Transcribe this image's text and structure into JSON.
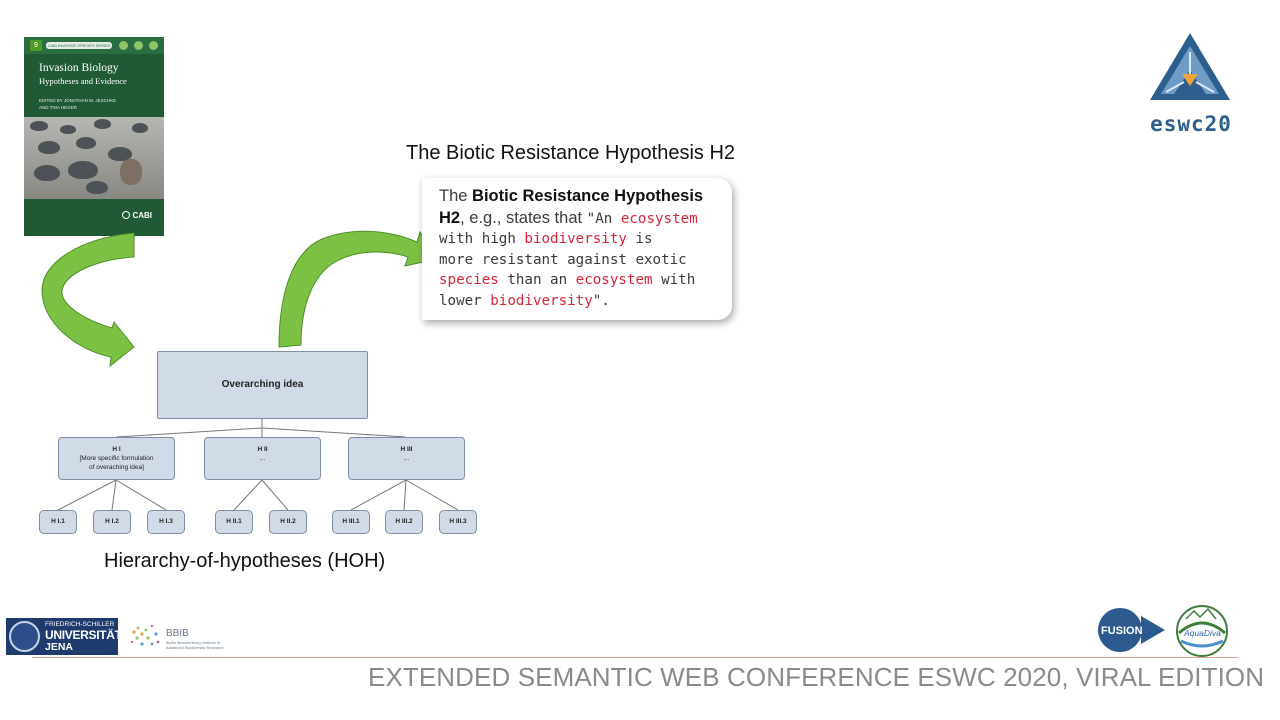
{
  "book": {
    "series_number": "9",
    "series": "CABI INVASIVE SPECIES SERIES",
    "title": "Invasion Biology",
    "subtitle": "Hypotheses and Evidence",
    "editors": "EDITED BY JONATHAN M. JESCHKE\nAND TINA HEGER",
    "publisher": "CABI"
  },
  "eswc_logo": {
    "text": "eswc20"
  },
  "hypothesis": {
    "title": "The Biotic Resistance Hypothesis H2",
    "quote_lines": [
      [
        {
          "t": "The ",
          "c": "sans"
        },
        {
          "t": "Biotic Resistance Hypothesis",
          "c": "sans bold"
        }
      ],
      [
        {
          "t": "H2",
          "c": "sans bold"
        },
        {
          "t": ", e.g., states that ",
          "c": "sans"
        },
        {
          "t": "\"An ",
          "c": ""
        },
        {
          "t": "ecosystem",
          "c": "red"
        }
      ],
      [
        {
          "t": "with high ",
          "c": ""
        },
        {
          "t": "biodiversity",
          "c": "red"
        },
        {
          "t": " is",
          "c": ""
        }
      ],
      [
        {
          "t": "more resistant against exotic",
          "c": ""
        }
      ],
      [
        {
          "t": "species",
          "c": "red"
        },
        {
          "t": " than an ",
          "c": ""
        },
        {
          "t": "ecosystem",
          "c": "red"
        },
        {
          "t": " with",
          "c": ""
        }
      ],
      [
        {
          "t": "lower ",
          "c": ""
        },
        {
          "t": "biodiversity",
          "c": "red"
        },
        {
          "t": "\".",
          "c": ""
        }
      ]
    ]
  },
  "hoh": {
    "top": "Overarching idea",
    "mid": [
      {
        "label": "H I",
        "desc": "[More specific formulation\nof overaching idea]"
      },
      {
        "label": "H II",
        "desc": "..."
      },
      {
        "label": "H III",
        "desc": "..."
      }
    ],
    "leaves": [
      "H I.1",
      "H I.2",
      "H I.3",
      "H II.1",
      "H II.2",
      "H III.1",
      "H III.2",
      "H III.3"
    ],
    "caption": "Hierarchy-of-hypotheses (HOH)"
  },
  "footer": {
    "university_line1": "FRIEDRICH-SCHILLER",
    "university_line2": "UNIVERSITÄT",
    "university_line3": "JENA",
    "bbib": "BBIB",
    "bbib_sub": "Berlin-Brandenburg Institute of\nAdvanced Biodiversity Research",
    "fusion": "FUSION",
    "aquadiva": "AquaDiva",
    "conference": "EXTENDED SEMANTIC WEB CONFERENCE ESWC 2020, VIRAL EDITION"
  },
  "colors": {
    "arrow": "#7cc143",
    "box_fill": "#d1dbe8",
    "highlight": "#d6263a",
    "footer_text": "#8a8a8a",
    "eswc_blue": "#2c5f8e"
  }
}
